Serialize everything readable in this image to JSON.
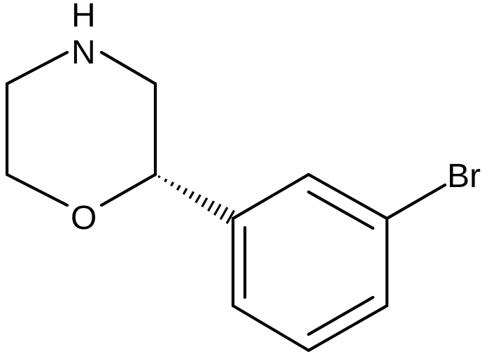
{
  "diagram": {
    "atoms": {
      "n_label": "N",
      "n_h_label": "H",
      "o_label": "O",
      "br_label": "Br"
    }
  }
}
